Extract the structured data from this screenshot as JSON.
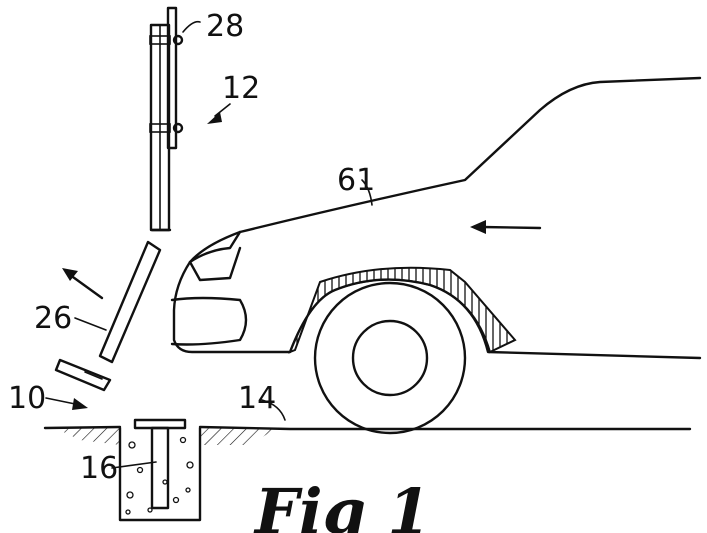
{
  "figure": {
    "caption": "Fig 1",
    "labels": {
      "sign_assembly": "12",
      "sign_panel": "28",
      "base_assembly": "10",
      "post_lower": "26",
      "ground": "14",
      "footing": "16",
      "vehicle": "61"
    }
  },
  "colors": {
    "ink": "#111111",
    "paper": "#ffffff"
  }
}
